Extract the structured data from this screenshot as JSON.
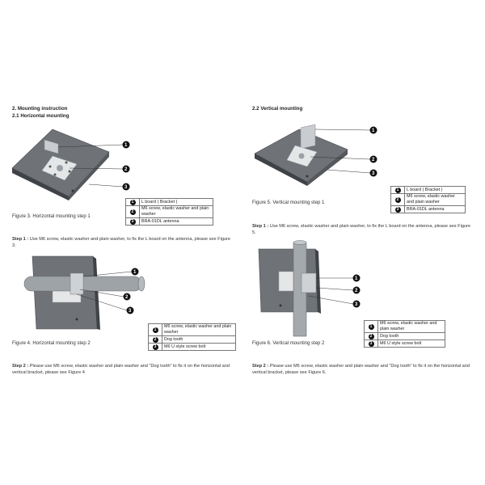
{
  "left": {
    "section_title": "2. Mounting instruction",
    "subsection_title": "2.1 Horizontal mounting",
    "figure3": {
      "caption": "Figure 3. Horizontal mounting step 1",
      "legend": [
        {
          "num": "1",
          "text": "L board ( Bracket )"
        },
        {
          "num": "2",
          "text": "M6 screw, elastic washer and plain washer"
        },
        {
          "num": "3",
          "text": "BRA-01DL antenna"
        }
      ],
      "callouts": [
        "1",
        "2",
        "3"
      ]
    },
    "step1": {
      "label": "Step 1 :",
      "text": " Use M6 screw, elastic washer and plain washer, to fix the L board on the antenna, please see Figure 3."
    },
    "figure4": {
      "caption": "Figure 4. Horizontal mounting step 2",
      "legend": [
        {
          "num": "1",
          "text": "M6 screw, elastic washer and plain washer"
        },
        {
          "num": "2",
          "text": "Dog tooth"
        },
        {
          "num": "3",
          "text": "M6 U style screw bolt"
        }
      ],
      "callouts": [
        "1",
        "2",
        "3"
      ]
    },
    "step2": {
      "label": "Step 2 :",
      "text": " Please use M6 screw, elastic washer and plain washer and “Dog tooth” to fix it on the horizontal and vertical bracket, please see Figure 4"
    }
  },
  "right": {
    "subsection_title": "2.2 Vertical mounting",
    "figure5": {
      "caption": "Figure 5. Vertical mounting step 1",
      "legend": [
        {
          "num": "1",
          "text": "L board ( Bracket )"
        },
        {
          "num": "2",
          "text": "M6 screw, elastic washer and plain washer"
        },
        {
          "num": "3",
          "text": "BRA-01DL antenna"
        }
      ],
      "callouts": [
        "1",
        "2",
        "3"
      ]
    },
    "step1": {
      "label": "Step 1 :",
      "text": " Use M6 screw, elastic washer and plain washer, to fix the L board on the antenna, please see Figure 5."
    },
    "figure6": {
      "caption": "Figure 6. Vertical mounting step 2",
      "legend": [
        {
          "num": "1",
          "text": "M6 screw, elastic washer and plain washer"
        },
        {
          "num": "2",
          "text": "Dog tooth"
        },
        {
          "num": "3",
          "text": "M6 U style screw bolt"
        }
      ],
      "callouts": [
        "1",
        "2",
        "3"
      ]
    },
    "step2": {
      "label": "Step 2 :",
      "text": " Please use M6 screw, elastic washer and plain washer and “Dog tooth” to fix it on the horizontal and vertical bracket, please see Figure 6."
    }
  }
}
